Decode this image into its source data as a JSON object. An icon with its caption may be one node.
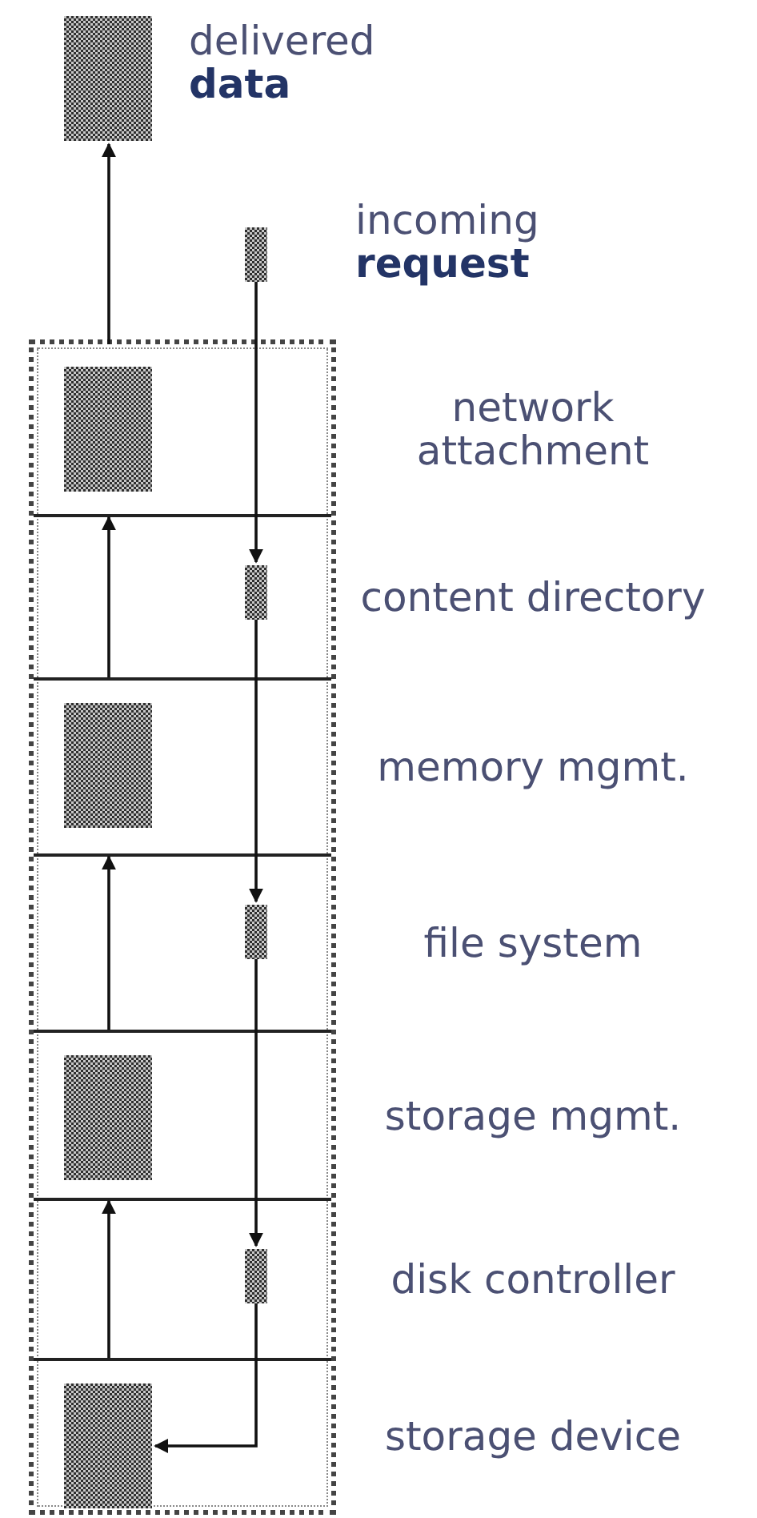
{
  "diagram": {
    "nodes": [
      {
        "text": [],
        "shape": "box",
        "beside": [
          "delivered **data**"
        ]
      },
      {
        "text": [],
        "shape": "box",
        "beside": [
          "incoming **request**"
        ]
      },
      {
        "text": [
          "network attachment"
        ]
      },
      {
        "text": [],
        "shape": "box",
        "in": 2
      },
      {
        "text": [
          "content directory"
        ]
      },
      {
        "text": [],
        "shape": "box",
        "in": 4
      },
      {
        "text": [
          "memory mgmt."
        ]
      },
      {
        "text": [],
        "shape": "box",
        "in": 6
      },
      {
        "text": [
          "file system"
        ]
      },
      {
        "text": [],
        "shape": "box",
        "in": 8
      },
      {
        "text": [
          "storage mgmt."
        ]
      },
      {
        "text": [],
        "shape": "box",
        "in": 10
      },
      {
        "text": [
          "disk controller"
        ]
      },
      {
        "text": [],
        "shape": "box",
        "in": 12
      },
      {
        "text": [
          "storage device"
        ]
      },
      {
        "text": [],
        "shape": "box",
        "in": 14
      }
    ],
    "edges": [
      {
        "from": 14,
        "to": 10,
        "arrow": "to"
      },
      {
        "from": 10,
        "to": 6,
        "arrow": "to"
      },
      {
        "from": 6,
        "to": 2,
        "arrow": "to"
      },
      {
        "from": 2,
        "to": 0,
        "arrow": "to"
      },
      {
        "from": 1,
        "to": 5,
        "arrow": "to"
      },
      {
        "from": 5,
        "to": 9,
        "arrow": "to"
      },
      {
        "from": 9,
        "to": 13,
        "arrow": "to"
      },
      {
        "from": 13,
        "to": 15,
        "arrow": "to"
      }
    ]
  }
}
